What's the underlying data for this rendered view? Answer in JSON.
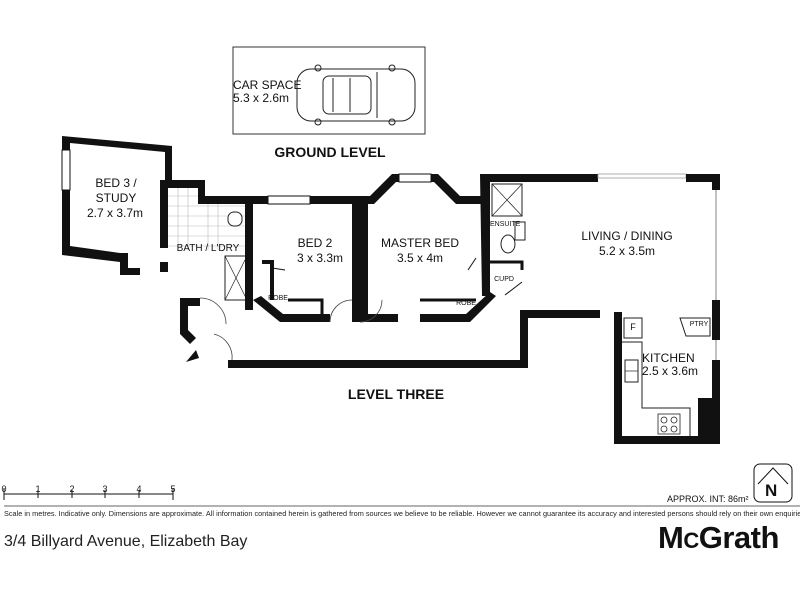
{
  "labels": {
    "car_space_name": "CAR SPACE",
    "car_space_dim": "5.3 x 2.6m",
    "ground_level": "GROUND LEVEL",
    "bed3_name_1": "BED 3 /",
    "bed3_name_2": "STUDY",
    "bed3_dim": "2.7 x 3.7m",
    "bath": "BATH / L'DRY",
    "bed2_name": "BED 2",
    "bed2_dim": "3 x 3.3m",
    "robe_1": "ROBE",
    "master_name": "MASTER BED",
    "master_dim": "3.5 x 4m",
    "robe_2": "ROBE",
    "ensuite": "ENSUITE",
    "cupd": "CUPD",
    "living_name": "LIVING / DINING",
    "living_dim": "5.2 x 3.5m",
    "fridge": "F",
    "pantry": "PTRY",
    "kitchen_name": "KITCHEN",
    "kitchen_dim": "2.5 x 3.6m",
    "level_three": "LEVEL THREE"
  },
  "scale": {
    "ticks": [
      "0",
      "1",
      "2",
      "3",
      "4",
      "5"
    ]
  },
  "approx_area": "APPROX. INT: 86m²",
  "compass": "N",
  "disclaimer": "Scale in metres. Indicative only. Dimensions are approximate. All information contained herein is gathered from sources we believe to be reliable. However we cannot guarantee its accuracy and interested persons should rely on their own enquiries.",
  "address": "3/4 Billyard Avenue, Elizabeth Bay",
  "brand": {
    "m": "M",
    "c": "C",
    "rest": "Grath"
  }
}
